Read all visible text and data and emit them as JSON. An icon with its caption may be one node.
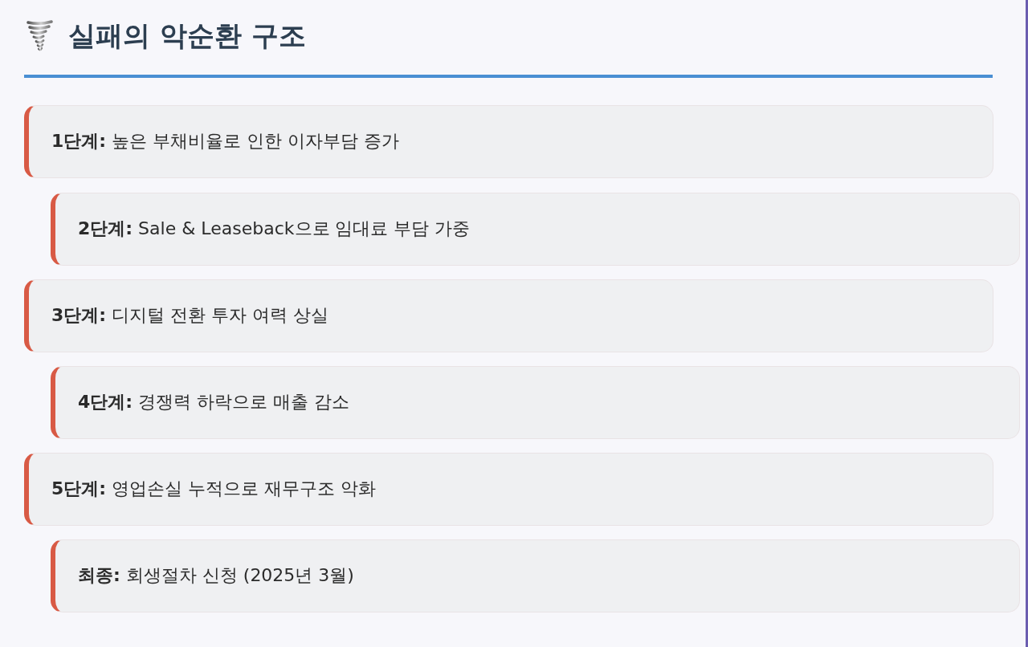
{
  "diagram": {
    "title": "실패의 악순환 구조",
    "nodes": [
      {
        "text": [
          "**1단계:** 높은 부채비율로 인한 이자부담 증가"
        ]
      },
      {
        "text": [
          "**2단계:** Sale & Leaseback으로 임대료 부담 가중"
        ]
      },
      {
        "text": [
          "**3단계:** 디지털 전환 투자 여력 상실"
        ]
      },
      {
        "text": [
          "**4단계:** 경쟁력 하락으로 매출 감소"
        ]
      },
      {
        "text": [
          "**5단계:** 영업손실 누적으로 재무구조 악화"
        ]
      },
      {
        "text": [
          "**최종:** 회생절차 신청 (2025년 3월)"
        ]
      }
    ]
  }
}
